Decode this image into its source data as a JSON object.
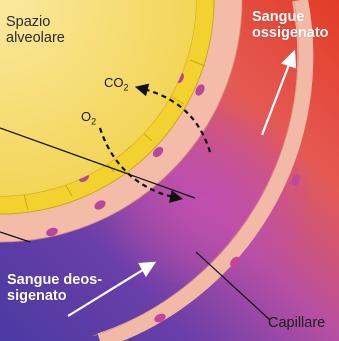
{
  "labels": {
    "alveolar_space_line1": "Spazio",
    "alveolar_space_line2": "alveolare",
    "oxygenated_line1": "Sangue",
    "oxygenated_line2": "ossigenato",
    "deoxygenated_line1": "Sangue deos-",
    "deoxygenated_line2": "sigenato",
    "capillary": "Capillare",
    "co2_main": "CO",
    "co2_sub": "2",
    "o2_main": "O",
    "o2_sub": "2"
  },
  "colors": {
    "alveolar_space": "#f6df6a",
    "alveolar_wall": "#f2d12e",
    "capillary_wall": "#f1b5a2",
    "oxygenated_blood": "#e8402a",
    "deoxygenated_blood": "#5b3fa6",
    "mixed_blood": "#b64fa4",
    "nucleus": "#b7479c"
  }
}
